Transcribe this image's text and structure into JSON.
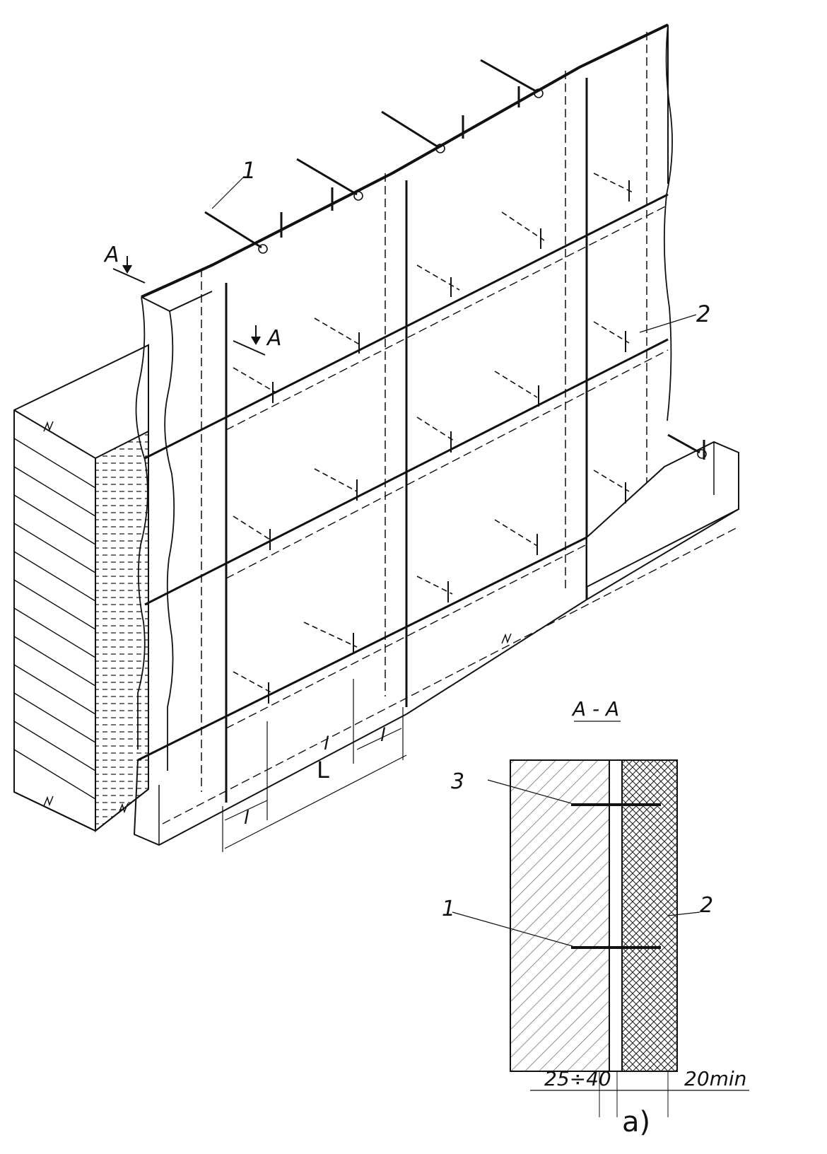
{
  "figure": {
    "marker_1": "1",
    "marker_2": "2",
    "section_mark_a": "A",
    "section_mark_a2": "A",
    "dim_L": "L",
    "dim_l_mid": "l",
    "dim_l_left": "l",
    "dim_l_right": "l",
    "section": {
      "title": "A - A",
      "marker_3": "3",
      "marker_1": "1",
      "marker_2": "2",
      "dim_gap": "25÷40",
      "dim_min": "20min",
      "caption": "a)"
    }
  },
  "colors": {
    "line": "#111111",
    "hatch": "#555555",
    "paper": "#ffffff"
  }
}
